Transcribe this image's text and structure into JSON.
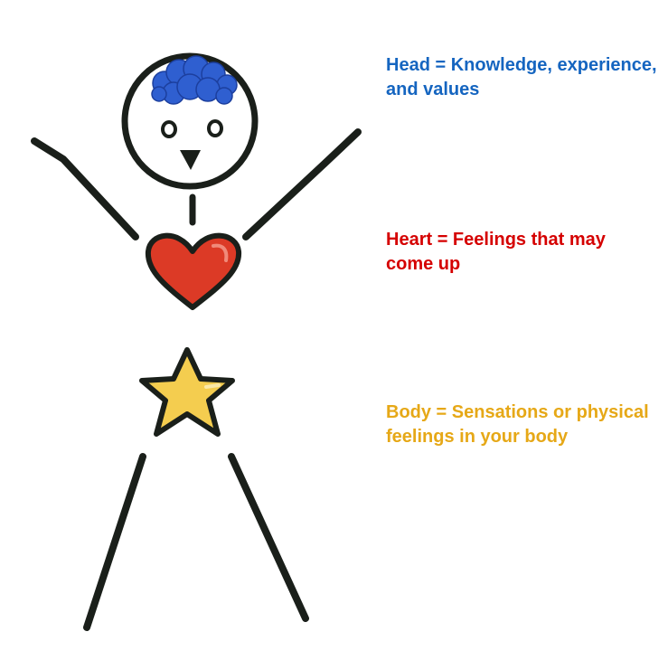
{
  "captions": {
    "head": "Head = Knowledge, experience, and values",
    "heart": "Heart = Feelings that may come up",
    "body": "Body = Sensations or physical feelings in your body"
  },
  "colors": {
    "head": "#1565c0",
    "heart": "#d50000",
    "body": "#e6a817",
    "hair": "#2f5fd0",
    "heart_fill": "#dc3a26",
    "star_fill": "#f4cd4f",
    "ink": "#1a1f1a"
  }
}
